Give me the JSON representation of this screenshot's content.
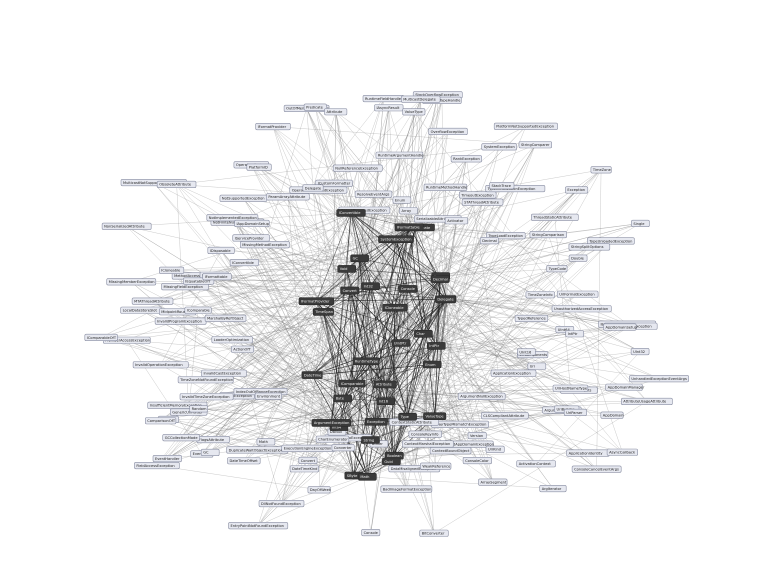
{
  "diagram": {
    "type": "dependency-graph",
    "background": "#ffffff",
    "node_fill": "#e6e8f0",
    "node_stroke": "#8a8fa3",
    "core_fill": "#3a3a3a",
    "edge_color": "#777777",
    "core_edge_color": "#222222",
    "edge_direction": "directed",
    "nodes": [
      {
        "id": "n1",
        "label": "IEnumerable<ExtensionData>"
      },
      {
        "id": "n2",
        "label": "ApplicationIdentity"
      },
      {
        "id": "n3",
        "label": "AppDomain"
      },
      {
        "id": "n4",
        "label": "ActivationContext"
      },
      {
        "id": "n5",
        "label": "ArgumentException"
      },
      {
        "id": "n6",
        "label": "ArgumentNullException"
      },
      {
        "id": "n7",
        "label": "ArrayTypeMismatchException"
      },
      {
        "id": "n8",
        "label": "BadImageFormatException"
      },
      {
        "id": "n9",
        "label": "CannotUnloadAppDomainException"
      },
      {
        "id": "n10",
        "label": "ContextMarshalException"
      },
      {
        "id": "n11",
        "label": "DataMisalignedException"
      },
      {
        "id": "n12",
        "label": "DivideByZeroException"
      },
      {
        "id": "n13",
        "label": "DllNotFoundException"
      },
      {
        "id": "n14",
        "label": "DuplicateWaitObjectException"
      },
      {
        "id": "n15",
        "label": "EntryPointNotFoundException"
      },
      {
        "id": "n16",
        "label": "ExecutionEngineException"
      },
      {
        "id": "n17",
        "label": "FieldAccessException"
      },
      {
        "id": "n18",
        "label": "FormatException"
      },
      {
        "id": "n19",
        "label": "IndexOutOfRangeException"
      },
      {
        "id": "n20",
        "label": "InsufficientMemoryException"
      },
      {
        "id": "n21",
        "label": "InvalidCastException"
      },
      {
        "id": "n22",
        "label": "InvalidOperationException"
      },
      {
        "id": "n23",
        "label": "InvalidProgramException"
      },
      {
        "id": "n24",
        "label": "MemberAccessException"
      },
      {
        "id": "n25",
        "label": "MethodAccessException"
      },
      {
        "id": "n26",
        "label": "MissingFieldException"
      },
      {
        "id": "n27",
        "label": "MissingMemberException"
      },
      {
        "id": "n28",
        "label": "MissingMethodException"
      },
      {
        "id": "n29",
        "label": "MulticastNotSupportedException"
      },
      {
        "id": "n30",
        "label": "NotFiniteNumberException"
      },
      {
        "id": "n31",
        "label": "NotImplementedException"
      },
      {
        "id": "n32",
        "label": "NotSupportedException"
      },
      {
        "id": "n33",
        "label": "NullReferenceException"
      },
      {
        "id": "n34",
        "label": "ObjectDisposedException"
      },
      {
        "id": "n35",
        "label": "OperationCanceledException"
      },
      {
        "id": "n36",
        "label": "OutOfMemoryException"
      },
      {
        "id": "n37",
        "label": "OverflowException"
      },
      {
        "id": "n38",
        "label": "PlatformNotSupportedException"
      },
      {
        "id": "n39",
        "label": "RankException"
      },
      {
        "id": "n40",
        "label": "StackOverflowException"
      },
      {
        "id": "n41",
        "label": "SystemException"
      },
      {
        "id": "n42",
        "label": "TimeoutException"
      },
      {
        "id": "n43",
        "label": "TypeInitializationException"
      },
      {
        "id": "n44",
        "label": "TypeLoadException"
      },
      {
        "id": "n45",
        "label": "TypeUnloadedException"
      },
      {
        "id": "n46",
        "label": "UnauthorizedAccessException"
      },
      {
        "id": "n47",
        "label": "UriFormatException"
      },
      {
        "id": "n48",
        "label": "AccessViolationException"
      },
      {
        "id": "n49",
        "label": "AppDomainManager"
      },
      {
        "id": "n50",
        "label": "AppDomainSetup"
      },
      {
        "id": "n51",
        "label": "ApplicationException"
      },
      {
        "id": "n52",
        "label": "AsyncCallback"
      },
      {
        "id": "n53",
        "label": "AttributeTargets"
      },
      {
        "id": "n54",
        "label": "AttributeUsageAttribute"
      },
      {
        "id": "n55",
        "label": "CLSCompliantAttribute"
      },
      {
        "id": "n56",
        "label": "ConsoleCancelEventArgs"
      },
      {
        "id": "n57",
        "label": "ConsoleColor"
      },
      {
        "id": "n58",
        "label": "ConsoleKeyInfo"
      },
      {
        "id": "n59",
        "label": "ContextBoundObject"
      },
      {
        "id": "n60",
        "label": "ContextStaticAttribute"
      },
      {
        "id": "n61",
        "label": "Converter"
      },
      {
        "id": "n62",
        "label": "DBNull"
      },
      {
        "id": "n63",
        "label": "DateTimeKind"
      },
      {
        "id": "n64",
        "label": "DateTimeOffset"
      },
      {
        "id": "n65",
        "label": "DayOfWeek"
      },
      {
        "id": "n66",
        "label": "Environment"
      },
      {
        "id": "n67",
        "label": "EventArgs"
      },
      {
        "id": "n68",
        "label": "EventHandler"
      },
      {
        "id": "n69",
        "label": "FlagsAttribute"
      },
      {
        "id": "n70",
        "label": "GCCollectionMode"
      },
      {
        "id": "n71",
        "label": "GenericUriParser"
      },
      {
        "id": "n72",
        "label": "LoaderOptimization"
      },
      {
        "id": "n73",
        "label": "LocalDataStoreSlot"
      },
      {
        "id": "n74",
        "label": "MTAThreadAttribute"
      },
      {
        "id": "n75",
        "label": "MarshalByRefObject"
      },
      {
        "id": "n76",
        "label": "MidpointRounding"
      },
      {
        "id": "n77",
        "label": "ModuleHandle"
      },
      {
        "id": "n78",
        "label": "NonSerializedAttribute"
      },
      {
        "id": "n79",
        "label": "ObsoleteAttribute"
      },
      {
        "id": "n80",
        "label": "OperatingSystem"
      },
      {
        "id": "n81",
        "label": "ParamArrayAttribute"
      },
      {
        "id": "n82",
        "label": "PlatformID"
      },
      {
        "id": "n83",
        "label": "Predicate"
      },
      {
        "id": "n84",
        "label": "ResolveEventArgs"
      },
      {
        "id": "n85",
        "label": "RuntimeArgumentHandle"
      },
      {
        "id": "n86",
        "label": "RuntimeFieldHandle"
      },
      {
        "id": "n87",
        "label": "RuntimeMethodHandle"
      },
      {
        "id": "n88",
        "label": "RuntimeTypeHandle"
      },
      {
        "id": "n89",
        "label": "STAThreadAttribute"
      },
      {
        "id": "n90",
        "label": "SerializableAttribute"
      },
      {
        "id": "n91",
        "label": "StringComparer"
      },
      {
        "id": "n92",
        "label": "StringComparison"
      },
      {
        "id": "n93",
        "label": "StringSplitOptions"
      },
      {
        "id": "n94",
        "label": "ThreadStaticAttribute"
      },
      {
        "id": "n95",
        "label": "TimeZone"
      },
      {
        "id": "n96",
        "label": "TimeZoneInfo"
      },
      {
        "id": "n97",
        "label": "TypeCode"
      },
      {
        "id": "n98",
        "label": "TypedReference"
      },
      {
        "id": "n99",
        "label": "UnhandledExceptionEventArgs"
      },
      {
        "id": "n100",
        "label": "Uri"
      },
      {
        "id": "n101",
        "label": "UriBuilder"
      },
      {
        "id": "n102",
        "label": "UriComponents"
      },
      {
        "id": "n103",
        "label": "UriHostNameType"
      },
      {
        "id": "n104",
        "label": "UriKind"
      },
      {
        "id": "n105",
        "label": "UriParser"
      },
      {
        "id": "n106",
        "label": "Version"
      },
      {
        "id": "n107",
        "label": "WeakReference"
      },
      {
        "id": "n108",
        "label": "ArgIterator"
      },
      {
        "id": "n109",
        "label": "ArraySegment"
      },
      {
        "id": "n110",
        "label": "BitConverter"
      },
      {
        "id": "n111",
        "label": "Buffer"
      },
      {
        "id": "n112",
        "label": "CharEnumerator"
      },
      {
        "id": "n113",
        "label": "Console"
      },
      {
        "id": "n114",
        "label": "Convert"
      },
      {
        "id": "n115",
        "label": "GC"
      },
      {
        "id": "n116",
        "label": "Math"
      },
      {
        "id": "n117",
        "label": "Nullable"
      },
      {
        "id": "n118",
        "label": "Random"
      },
      {
        "id": "n119",
        "label": "TimeZoneNotFoundException"
      },
      {
        "id": "n120",
        "label": "InvalidTimeZoneException"
      },
      {
        "id": "n121",
        "label": "ComparisonOfT"
      },
      {
        "id": "n122",
        "label": "ActionOfT"
      },
      {
        "id": "n123",
        "label": "IComparableOfT"
      },
      {
        "id": "n124",
        "label": "IEquatableOfT"
      },
      {
        "id": "n125",
        "label": "IComparable"
      },
      {
        "id": "n126",
        "label": "IConvertible"
      },
      {
        "id": "n127",
        "label": "IFormattable"
      },
      {
        "id": "n128",
        "label": "ICloneable"
      },
      {
        "id": "n129",
        "label": "IDisposable"
      },
      {
        "id": "n130",
        "label": "IServiceProvider"
      },
      {
        "id": "n131",
        "label": "IAppDomainSetup"
      },
      {
        "id": "n132",
        "label": "ICustomFormatter"
      },
      {
        "id": "n133",
        "label": "IFormatProvider"
      },
      {
        "id": "n134",
        "label": "IAsyncResult"
      },
      {
        "id": "n135",
        "label": "Delegate"
      },
      {
        "id": "n136",
        "label": "MulticastDelegate"
      },
      {
        "id": "n137",
        "label": "Attribute"
      },
      {
        "id": "n138",
        "label": "Enum"
      },
      {
        "id": "n139",
        "label": "ValueType"
      },
      {
        "id": "n140",
        "label": "Array"
      },
      {
        "id": "n141",
        "label": "Exception"
      },
      {
        "id": "n142",
        "label": "Activator"
      },
      {
        "id": "n143",
        "label": "StackTrace"
      },
      {
        "id": "n144",
        "label": "Decimal"
      },
      {
        "id": "n145",
        "label": "Double"
      },
      {
        "id": "n146",
        "label": "Single"
      },
      {
        "id": "n147",
        "label": "UInt64"
      },
      {
        "id": "n148",
        "label": "UInt32"
      },
      {
        "id": "n149",
        "label": "UInt16"
      },
      {
        "id": "n150",
        "label": "IntPtr"
      }
    ],
    "core_nodes": [
      {
        "id": "c1",
        "label": "Object"
      },
      {
        "id": "c2",
        "label": "String"
      },
      {
        "id": "c3",
        "label": "Type"
      },
      {
        "id": "c4",
        "label": "Int32"
      },
      {
        "id": "c5",
        "label": "Boolean"
      },
      {
        "id": "c6",
        "label": "Int64"
      },
      {
        "id": "c7",
        "label": "Char"
      },
      {
        "id": "c8",
        "label": "Byte"
      },
      {
        "id": "c9",
        "label": "Void"
      },
      {
        "id": "c10",
        "label": "DateTime"
      },
      {
        "id": "c11",
        "label": "TimeSpan"
      },
      {
        "id": "c12",
        "label": "Guid"
      },
      {
        "id": "c13",
        "label": "SByte"
      },
      {
        "id": "c14",
        "label": "Int16"
      },
      {
        "id": "c15",
        "label": "RuntimeType"
      },
      {
        "id": "c16",
        "label": "IntPtr"
      },
      {
        "id": "c17",
        "label": "UIntPtr"
      },
      {
        "id": "c18",
        "label": "Exception"
      },
      {
        "id": "c19",
        "label": "Array"
      },
      {
        "id": "c20",
        "label": "Delegate"
      },
      {
        "id": "c21",
        "label": "ArgumentException"
      },
      {
        "id": "c22",
        "label": "Attribute"
      },
      {
        "id": "c23",
        "label": "Enum"
      },
      {
        "id": "c24",
        "label": "ValueType"
      },
      {
        "id": "c25",
        "label": "MulticastDelegate"
      },
      {
        "id": "c26",
        "label": "SystemException"
      },
      {
        "id": "c27",
        "label": "IComparable"
      },
      {
        "id": "c28",
        "label": "IConvertible"
      },
      {
        "id": "c29",
        "label": "IFormattable"
      },
      {
        "id": "c30",
        "label": "ICloneable"
      },
      {
        "id": "c31",
        "label": "IFormatProvider"
      },
      {
        "id": "c32",
        "label": "Console"
      },
      {
        "id": "c33",
        "label": "Math"
      },
      {
        "id": "c34",
        "label": "GC"
      },
      {
        "id": "c35",
        "label": "Convert"
      },
      {
        "id": "c36",
        "label": "Decimal"
      }
    ]
  }
}
